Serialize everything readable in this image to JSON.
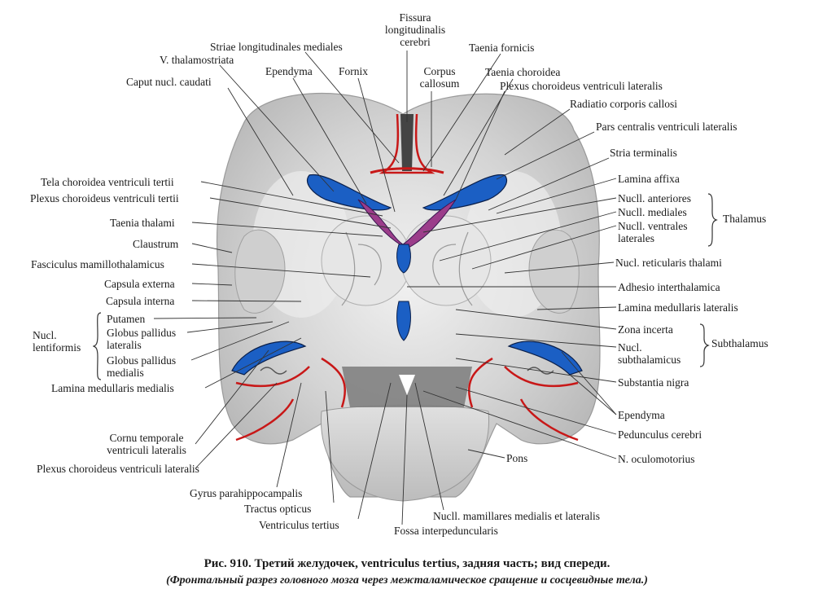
{
  "labels": {
    "fissura": "Fissura\nlongitudinalis\ncerebri",
    "striae_long_med": "Striae longitudinales mediales",
    "taenia_fornicis": "Taenia fornicis",
    "v_thalamostriata": "V. thalamostriata",
    "ependyma_top": "Ependyma",
    "fornix": "Fornix",
    "corpus_callosum": "Corpus\ncallosum",
    "taenia_choroidea": "Taenia choroidea",
    "caput_nucl_caudati": "Caput nucl. caudati",
    "plexus_chor_vent_lat_top": "Plexus choroideus ventriculi lateralis",
    "radiatio": "Radiatio corporis callosi",
    "pars_centralis": "Pars centralis ventriculi lateralis",
    "stria_terminalis": "Stria terminalis",
    "tela_choroidea": "Tela choroidea ventriculi tertii",
    "lamina_affixa": "Lamina affixa",
    "plexus_chor_vent_tertii": "Plexus choroideus ventriculi tertii",
    "nucll_anteriores": "Nucll. anteriores",
    "nucll_mediales": "Nucll. mediales",
    "taenia_thalami": "Taenia thalami",
    "nucll_ventrales": "Nucll. ventrales\nlaterales",
    "thalamus": "Thalamus",
    "claustrum": "Claustrum",
    "fasciculus_mam": "Fasciculus mamillothalamicus",
    "nucl_reticularis": "Nucl. reticularis thalami",
    "capsula_externa": "Capsula externa",
    "adhesio": "Adhesio interthalamica",
    "capsula_interna": "Capsula interna",
    "lamina_med_lat": "Lamina medullaris lateralis",
    "putamen": "Putamen",
    "nucl_lentiformis": "Nucl.\nlentiformis",
    "globus_pallidus_lat": "Globus pallidus\nlateralis",
    "zona_incerta": "Zona incerta",
    "subthalamus": "Subthalamus",
    "nucl_subthalamicus": "Nucl.\nsubthalamicus",
    "globus_pallidus_med": "Globus pallidus\nmedialis",
    "lamina_med_medialis": "Lamina medullaris medialis",
    "substantia_nigra": "Substantia nigra",
    "ependyma_bottom": "Ependyma",
    "pedunculus": "Pedunculus cerebri",
    "cornu_temporale": "Cornu temporale\nventriculi lateralis",
    "plexus_chor_vent_lat_bottom": "Plexus choroideus ventriculi lateralis",
    "pons": "Pons",
    "n_oculomotorius": "N. oculomotorius",
    "gyrus_parahipp": "Gyrus parahippocampalis",
    "tractus_opticus": "Tractus opticus",
    "nucll_mamillares": "Nucll. mamillares medialis et lateralis",
    "ventriculus_tertius": "Ventriculus tertius",
    "fossa_interped": "Fossa interpeduncularis"
  },
  "caption": {
    "line1": "Рис. 910. Третий желудочек, ventriculus tertius, задняя часть; вид спереди.",
    "line2": "(Фронтальный разрез головного мозга через межталамическое сращение и сосцевидные тела.)"
  },
  "colors": {
    "tissue": "#d9d9d9",
    "tissue_dark": "#a8a8a8",
    "white_matter": "#eeeeee",
    "ventricle_blue": "#1b5fc4",
    "ventricle_dark": "#0a1f4a",
    "plexus": "#9b3d8a",
    "pia_red": "#c81818",
    "leader": "#333333"
  }
}
